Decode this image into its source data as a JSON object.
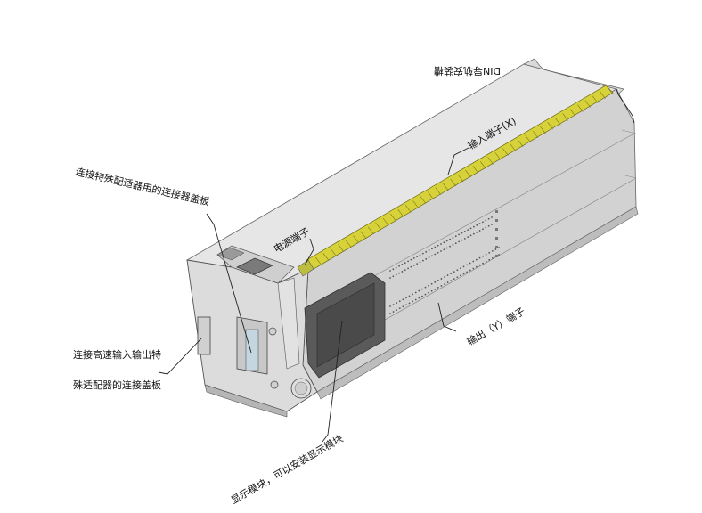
{
  "labels": {
    "din_rail": "DIN导轨安装槽",
    "input_terminal": "输入端子(X)",
    "special_adapter_cover": "连接特殊配适器用的连接器盖板",
    "power_terminal": "电源端子",
    "output_terminal": "输出（Y）端子",
    "highspeed_io_cover_line1": "连接高速输入输出特",
    "highspeed_io_cover_line2": "殊适配器的连接盖板",
    "display_module": "显示模块，可以安装显示模块"
  },
  "colors": {
    "terminal_strip": "#d7d23a",
    "body_light": "#e4e4e4",
    "body_mid": "#cdcdcd",
    "body_dark": "#a9a9a9",
    "display_panel": "#5a5a5a"
  }
}
